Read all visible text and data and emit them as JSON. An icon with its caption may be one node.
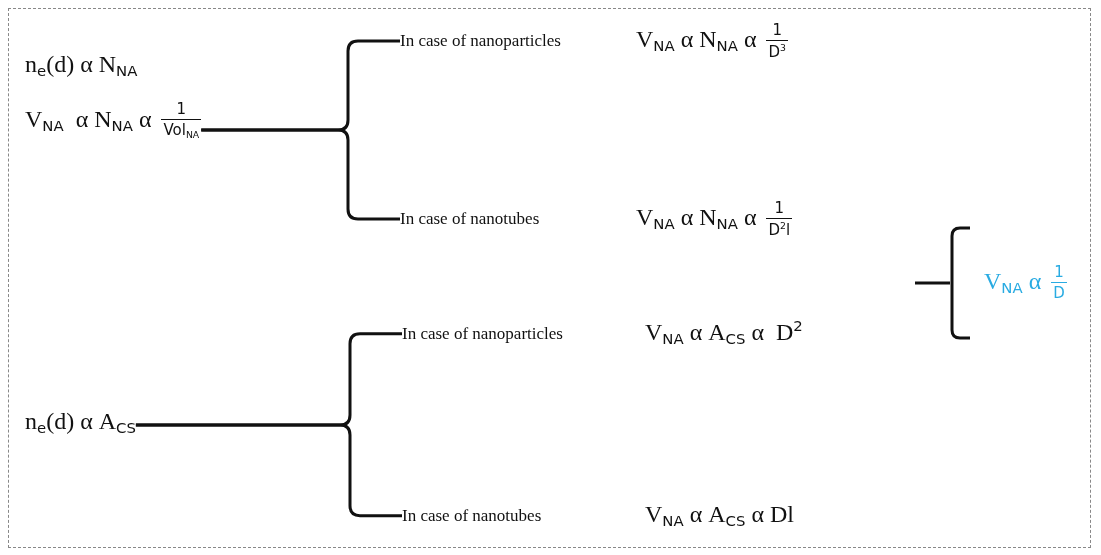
{
  "diagram": {
    "nodes": [
      {
        "text": [
          "n$_{e}$(d) α N$_{NA}$",
          "V$_{NA}$  α N$_{NA}$ α",
          "1",
          "Vol$_{NA}$"
        ]
      },
      {
        "text": [
          "In case of nanoparticles"
        ],
        "beside": [
          "V$_{NA}$ α N$_{NA}$ α",
          "1",
          "D$^{3}$"
        ]
      },
      {
        "text": [
          "In case of nanotubes"
        ],
        "beside": [
          "V$_{NA}$ α N$_{NA}$ α",
          "1",
          "D$^{2}$l"
        ]
      },
      {
        "text": [
          "n$_{e}$(d) α A$_{CS}$"
        ]
      },
      {
        "text": [
          "In case of nanoparticles"
        ],
        "beside": [
          "V$_{NA}$ α A$_{CS}$ α  D$^{2}$"
        ]
      },
      {
        "text": [
          "In case of nanotubes"
        ],
        "beside": [
          "V$_{NA}$ α A$_{CS}$ α Dl"
        ]
      },
      {
        "text": [
          "V$_{NA}$ α",
          "1",
          "D"
        ]
      }
    ],
    "edges": [
      {
        "from": 0,
        "to": 1,
        "arrow": "none"
      },
      {
        "from": 0,
        "to": 2,
        "arrow": "none"
      },
      {
        "from": 3,
        "to": 4,
        "arrow": "none"
      },
      {
        "from": 3,
        "to": 5,
        "arrow": "none"
      },
      {
        "from": null,
        "to": 6,
        "arrow": "none"
      }
    ]
  }
}
